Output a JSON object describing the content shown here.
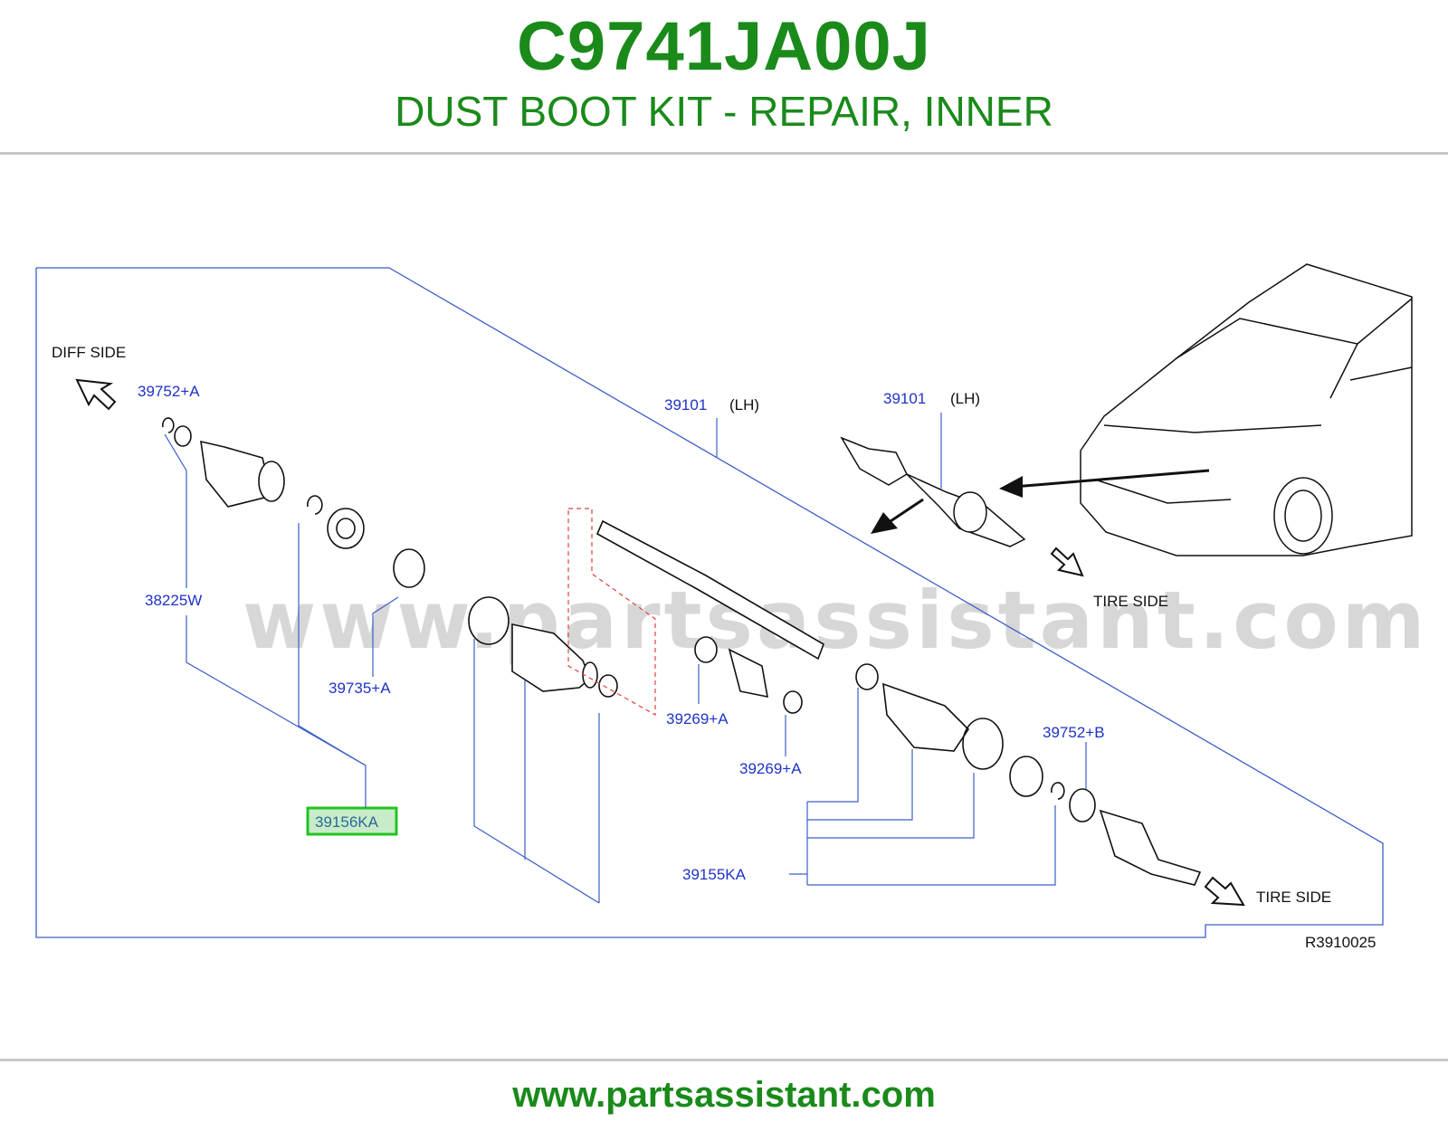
{
  "header": {
    "part_number": "C9741JA00J",
    "description": "DUST BOOT KIT - REPAIR, INNER"
  },
  "watermark": "www.partsassistant.com",
  "diagram": {
    "diff_side": "DIFF  SIDE",
    "tire_side_top": "TIRE  SIDE",
    "tire_side_bottom": "TIRE  SIDE",
    "lh": "(LH)",
    "ref_code": "R3910025",
    "labels": {
      "l_39752a": "39752+A",
      "l_39101_a": "39101",
      "l_39101_b": "39101",
      "l_38225w": "38225W",
      "l_39735a": "39735+A",
      "l_39269a_1": "39269+A",
      "l_39269a_2": "39269+A",
      "l_39752b": "39752+B",
      "l_39156ka": "39156KA",
      "l_39155ka": "39155KA"
    },
    "highlight_color": "#22c322"
  },
  "footer": {
    "url": "www.partsassistant.com"
  },
  "colors": {
    "brand_green": "#1a8a1a",
    "label_blue": "#1f33c8",
    "line_blue": "#3a5fc8"
  }
}
